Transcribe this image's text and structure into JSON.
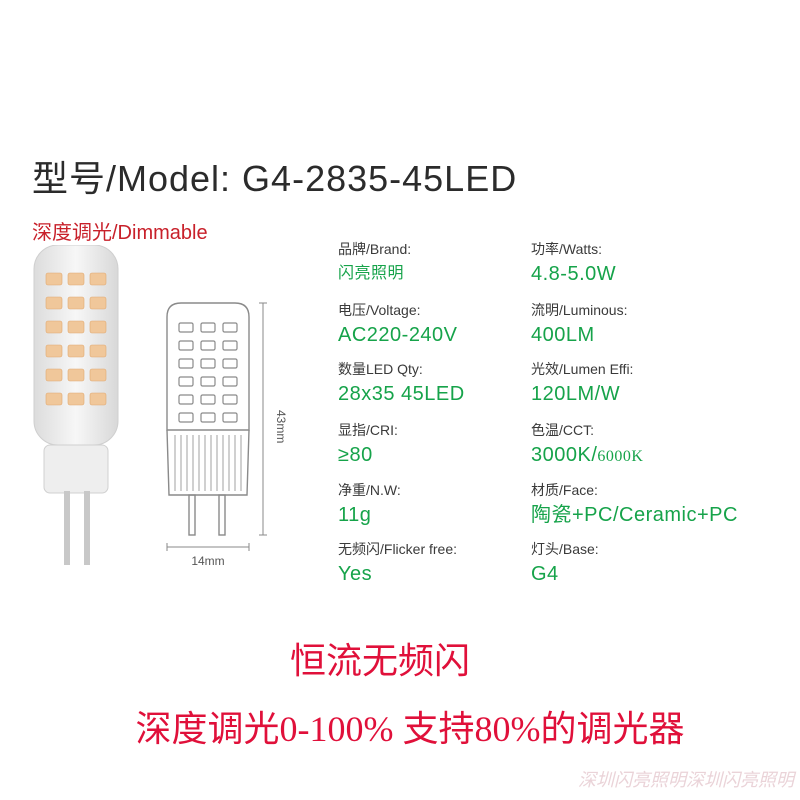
{
  "title": "型号/Model: G4-2835-45LED",
  "subtitle": "深度调光/Dimmable",
  "dimension": {
    "height": "43mm",
    "width": "14mm"
  },
  "specs": {
    "brand": {
      "label": "品牌/Brand:",
      "value": "闪亮照明"
    },
    "watts": {
      "label": "功率/Watts:",
      "value": "4.8-5.0W"
    },
    "voltage": {
      "label": "电压/Voltage:",
      "value": "AC220-240V"
    },
    "luminous": {
      "label": "流明/Luminous:",
      "value": "400LM"
    },
    "led_qty": {
      "label": "数量LED Qty:",
      "value": "28x35 45LED"
    },
    "lumen_effi": {
      "label": "光效/Lumen Effi:",
      "value": "120LM/W"
    },
    "cri": {
      "label": "显指/CRI:",
      "value": "≥80"
    },
    "cct": {
      "label": "色温/CCT:",
      "value_a": "3000K/",
      "value_b": "6000K"
    },
    "nw": {
      "label": "净重/N.W:",
      "value": "11g"
    },
    "face": {
      "label": "材质/Face:",
      "value": "陶瓷+PC/Ceramic+PC"
    },
    "flicker": {
      "label": "无频闪/Flicker free:",
      "value": "Yes"
    },
    "base": {
      "label": "灯头/Base:",
      "value": "G4"
    }
  },
  "promo": {
    "line1": "恒流无频闪",
    "line2": "深度调光0-100%  支持80%的调光器"
  },
  "watermark": "深圳闪亮照明深圳闪亮照明",
  "colors": {
    "value_green": "#16a34a",
    "accent_red": "#c8202a",
    "promo_red": "#e0103a"
  }
}
